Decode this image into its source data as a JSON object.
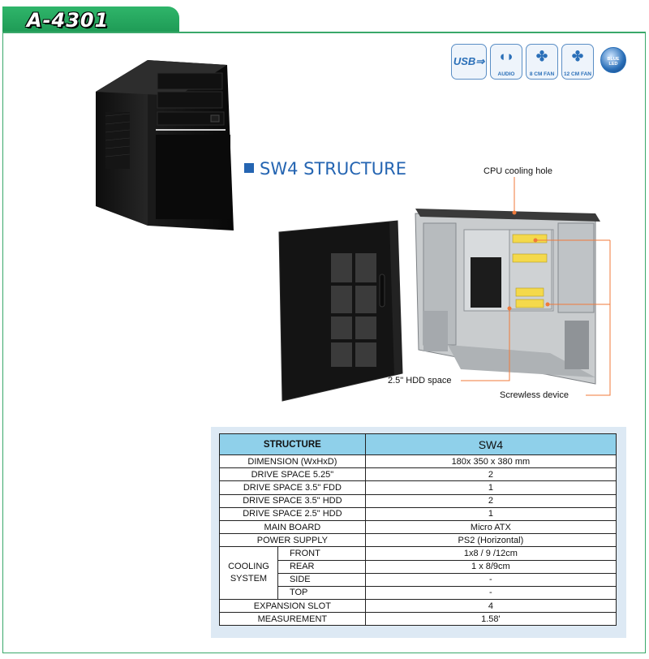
{
  "model": "A-4301",
  "feature_icons": [
    {
      "name": "usb-icon",
      "caption": "USB"
    },
    {
      "name": "audio-icon",
      "caption": "AUDIO"
    },
    {
      "name": "fan-8cm-icon",
      "caption": "8 CM FAN"
    },
    {
      "name": "fan-12cm-icon",
      "caption": "12 CM FAN"
    },
    {
      "name": "blue-led-icon",
      "caption": "BLUE LED"
    }
  ],
  "section_title": "SW4 STRUCTURE",
  "callouts": {
    "cpu": "CPU cooling hole",
    "hdd": "2.5\" HDD space",
    "screwless": "Screwless device"
  },
  "table": {
    "header_left": "STRUCTURE",
    "header_right": "SW4",
    "rows": [
      {
        "label": "DIMENSION (WxHxD)",
        "value": "180x 350 x 380  mm"
      },
      {
        "label": "DRIVE SPACE 5.25\"",
        "value": "2"
      },
      {
        "label": "DRIVE SPACE 3.5\" FDD",
        "value": "1"
      },
      {
        "label": "DRIVE SPACE 3.5\" HDD",
        "value": "2"
      },
      {
        "label": "DRIVE SPACE 2.5\" HDD",
        "value": "1"
      },
      {
        "label": "MAIN BOARD",
        "value": "Micro ATX"
      },
      {
        "label": "POWER SUPPLY",
        "value": "PS2 (Horizontal)"
      }
    ],
    "cooling_label": "COOLING SYSTEM",
    "cooling_rows": [
      {
        "label": "FRONT",
        "value": "1x8 / 9 /12cm"
      },
      {
        "label": "REAR",
        "value": "1 x 8/9cm"
      },
      {
        "label": "SIDE",
        "value": "-"
      },
      {
        "label": "TOP",
        "value": "-"
      }
    ],
    "tail_rows": [
      {
        "label": "EXPANSION SLOT",
        "value": "4"
      },
      {
        "label": "MEASUREMENT",
        "value": "1.58'"
      }
    ]
  },
  "colors": {
    "brand_green": "#2fb56a",
    "title_blue": "#2565b2",
    "header_cyan": "#8fd0ea",
    "callout_line": "#f07a3a"
  }
}
